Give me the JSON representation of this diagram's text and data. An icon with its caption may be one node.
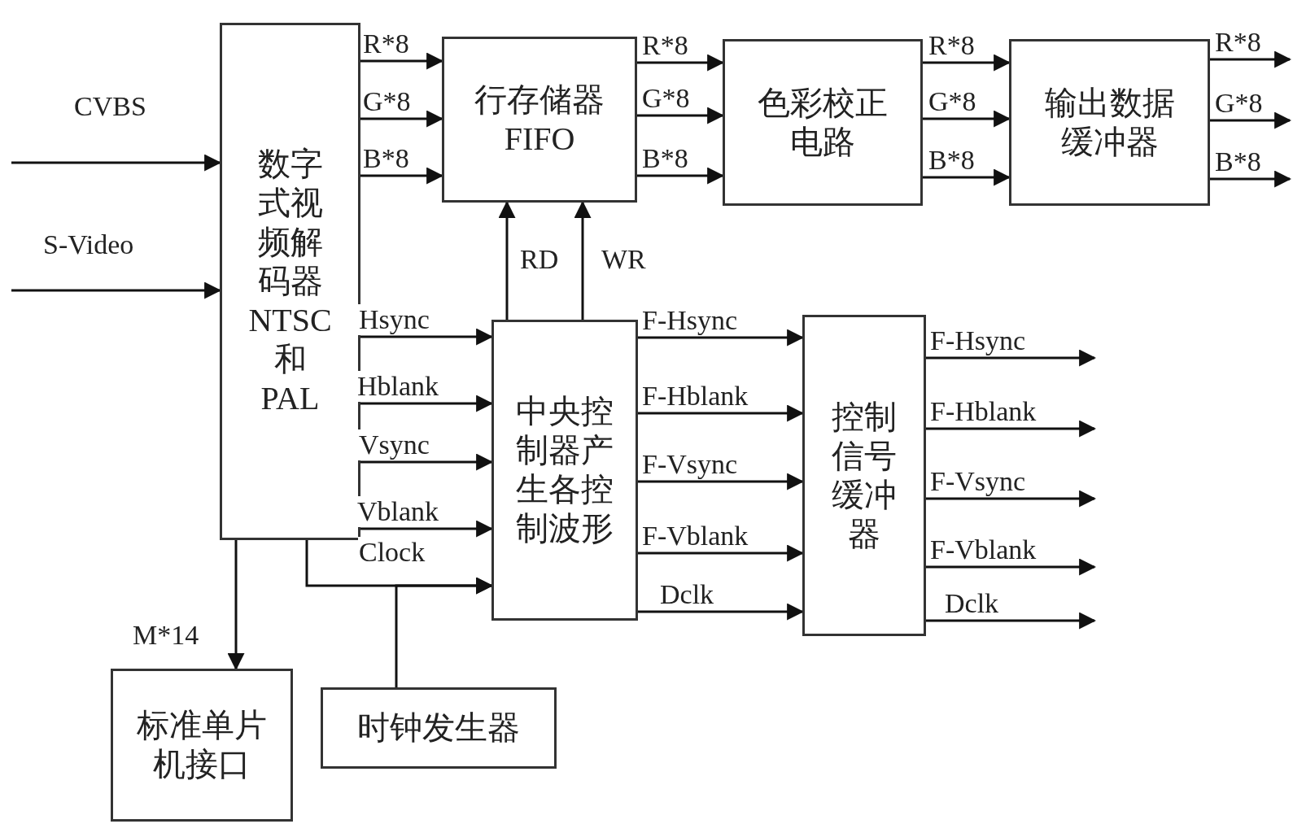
{
  "diagram": {
    "nodes": [
      {
        "text": [
          "数字式视频解码器NTSC和PAL"
        ]
      },
      {
        "text": [
          "行存储器FIFO"
        ]
      },
      {
        "text": [
          "色彩校正电路"
        ]
      },
      {
        "text": [
          "输出数据缓冲器"
        ]
      },
      {
        "text": [
          "中央控制器产生各控制波形"
        ]
      },
      {
        "text": [
          "控制信号缓冲器"
        ]
      },
      {
        "text": [
          "标准单片机接口"
        ]
      },
      {
        "text": [
          "时钟发生器"
        ]
      }
    ],
    "edges": [
      {
        "from": null,
        "to": 0,
        "arrow": "to",
        "label": "CVBS"
      },
      {
        "from": null,
        "to": 0,
        "arrow": "to",
        "label": "S-Video"
      },
      {
        "from": 0,
        "to": 1,
        "arrow": "to",
        "label": "R*8"
      },
      {
        "from": 0,
        "to": 1,
        "arrow": "to",
        "label": "G*8"
      },
      {
        "from": 0,
        "to": 1,
        "arrow": "to",
        "label": "B*8"
      },
      {
        "from": 1,
        "to": 2,
        "arrow": "to",
        "label": "R*8"
      },
      {
        "from": 1,
        "to": 2,
        "arrow": "to",
        "label": "G*8"
      },
      {
        "from": 1,
        "to": 2,
        "arrow": "to",
        "label": "B*8"
      },
      {
        "from": 2,
        "to": 3,
        "arrow": "to",
        "label": "R*8"
      },
      {
        "from": 2,
        "to": 3,
        "arrow": "to",
        "label": "G*8"
      },
      {
        "from": 2,
        "to": 3,
        "arrow": "to",
        "label": "B*8"
      },
      {
        "from": 3,
        "to": null,
        "arrow": "to",
        "label": "R*8"
      },
      {
        "from": 3,
        "to": null,
        "arrow": "to",
        "label": "G*8"
      },
      {
        "from": 3,
        "to": null,
        "arrow": "to",
        "label": "B*8"
      },
      {
        "from": 4,
        "to": 1,
        "arrow": "to",
        "label": "RD"
      },
      {
        "from": 4,
        "to": 1,
        "arrow": "to",
        "label": "WR"
      },
      {
        "from": 0,
        "to": 4,
        "arrow": "to",
        "label": "Hsync"
      },
      {
        "from": 0,
        "to": 4,
        "arrow": "to",
        "label": "Hblank"
      },
      {
        "from": 0,
        "to": 4,
        "arrow": "to",
        "label": "Vsync"
      },
      {
        "from": 0,
        "to": 4,
        "arrow": "to",
        "label": "Vblank"
      },
      {
        "from": 0,
        "to": 4,
        "arrow": "to",
        "label": "Clock"
      },
      {
        "from": 7,
        "to": 4,
        "arrow": "to"
      },
      {
        "from": 4,
        "to": 5,
        "arrow": "to",
        "label": "F-Hsync"
      },
      {
        "from": 4,
        "to": 5,
        "arrow": "to",
        "label": "F-Hblank"
      },
      {
        "from": 4,
        "to": 5,
        "arrow": "to",
        "label": "F-Vsync"
      },
      {
        "from": 4,
        "to": 5,
        "arrow": "to",
        "label": "F-Vblank"
      },
      {
        "from": 4,
        "to": 5,
        "arrow": "to",
        "label": "Dclk"
      },
      {
        "from": 5,
        "to": null,
        "arrow": "to",
        "label": "F-Hsync"
      },
      {
        "from": 5,
        "to": null,
        "arrow": "to",
        "label": "F-Hblank"
      },
      {
        "from": 5,
        "to": null,
        "arrow": "to",
        "label": "F-Vsync"
      },
      {
        "from": 5,
        "to": null,
        "arrow": "to",
        "label": "F-Vblank"
      },
      {
        "from": 5,
        "to": null,
        "arrow": "to",
        "label": "Dclk"
      },
      {
        "from": 0,
        "to": 6,
        "arrow": "to",
        "label": "M*14"
      }
    ]
  }
}
